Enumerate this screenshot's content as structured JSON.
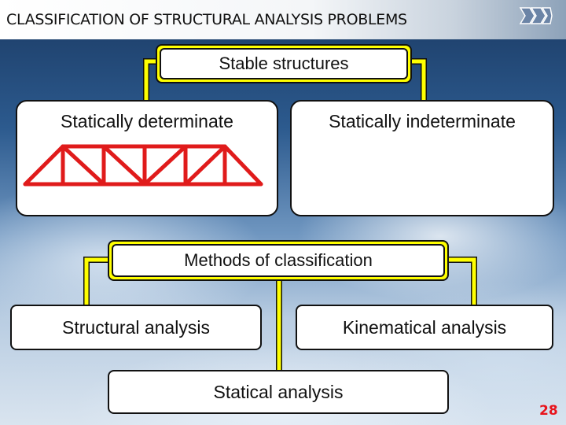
{
  "slide": {
    "title": "CLASSIFICATION OF STRUCTURAL ANALYSIS PROBLEMS",
    "page_number": "28"
  },
  "diagram": {
    "top_node": "Stable structures",
    "branch_left": "Statically determinate",
    "branch_right": "Statically indeterminate",
    "methods_node": "Methods of classification",
    "method_left": "Structural analysis",
    "method_right": "Kinematical analysis",
    "method_bottom": "Statical analysis"
  },
  "colors": {
    "connector": "#ffff00",
    "truss": "#e01b1b",
    "page_number": "#e8141c"
  },
  "icons": {
    "logo": "university-logo-icon",
    "truss": "truss-bridge-icon"
  }
}
